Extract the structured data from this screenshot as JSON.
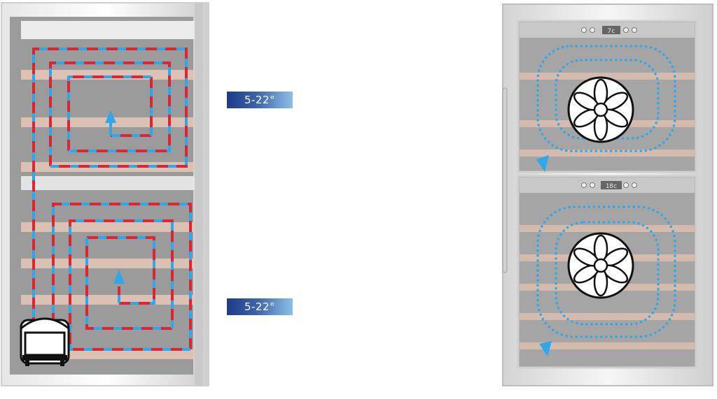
{
  "zones": [
    {
      "temp_range": "5-22°",
      "display": "7c"
    },
    {
      "temp_range": "5-22°",
      "display": "18c"
    }
  ],
  "colors": {
    "cold_air": "#2fa7e8",
    "warm_air": "#d92632",
    "shelf": "#e7c8b8",
    "cabinet": "#9b9b9b",
    "badge_start": "#1f3b8a",
    "badge_end": "#8cc0e8"
  },
  "icons": [
    "compressor-icon",
    "fan-icon",
    "arrow-icon",
    "thermometer-display"
  ]
}
